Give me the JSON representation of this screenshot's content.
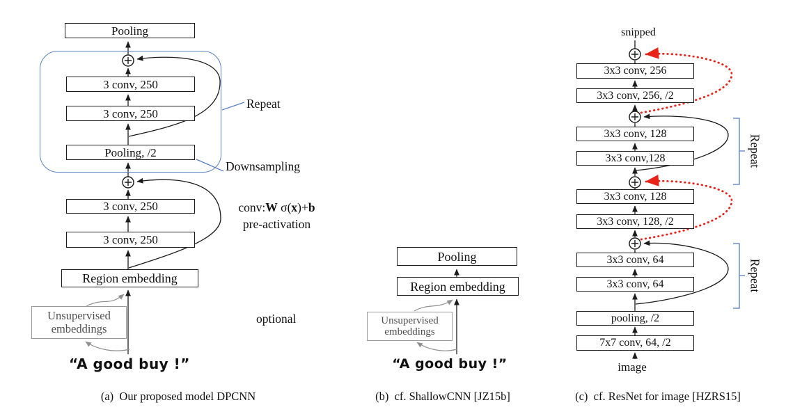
{
  "colors": {
    "accent_blue": "#5b82c4",
    "bracket_blue": "#6d8fcb",
    "shortcut_red": "#e8231a",
    "gray": "#909090",
    "ink": "#1c1c1c"
  },
  "panel_a": {
    "caption": "(a)  Our proposed model DPCNN",
    "pooling_top": "Pooling",
    "conv_boxes": [
      "3 conv, 250",
      "3 conv, 250",
      "Pooling, /2",
      "3 conv, 250",
      "3 conv, 250"
    ],
    "region_embedding": "Region embedding",
    "unsupervised_line1": "Unsupervised",
    "unsupervised_line2": "embeddings",
    "input_quote": "“A good buy !”",
    "repeat_label": "Repeat",
    "downsampling_label": "Downsampling",
    "formula": {
      "f1": "conv:",
      "f2": "W",
      "f3": " σ(",
      "f4": "x",
      "f5": ")+",
      "f6": "b"
    },
    "pre_activation": "pre-activation"
  },
  "panel_b": {
    "caption": "(b)  cf. ShallowCNN [JZ15b]",
    "pooling": "Pooling",
    "region_embedding": "Region embedding",
    "unsupervised_line1": "Unsupervised",
    "unsupervised_line2": "embeddings",
    "input_quote": "“A good buy !”",
    "optional_label": "optional"
  },
  "panel_c": {
    "caption": "(c)  cf. ResNet for image [HZRS15]",
    "top_label": "snipped",
    "bottom_label": "image",
    "boxes": [
      "3x3 conv, 256",
      "3x3 conv, 256, /2",
      "3x3 conv, 128",
      "3x3 conv,128",
      "3x3 conv, 128",
      "3x3 conv, 128, /2",
      "3x3 conv, 64",
      "3x3 conv, 64",
      "pooling, /2",
      "7x7 conv, 64, /2"
    ],
    "repeat_top": "Repeat",
    "repeat_bottom": "Repeat"
  }
}
